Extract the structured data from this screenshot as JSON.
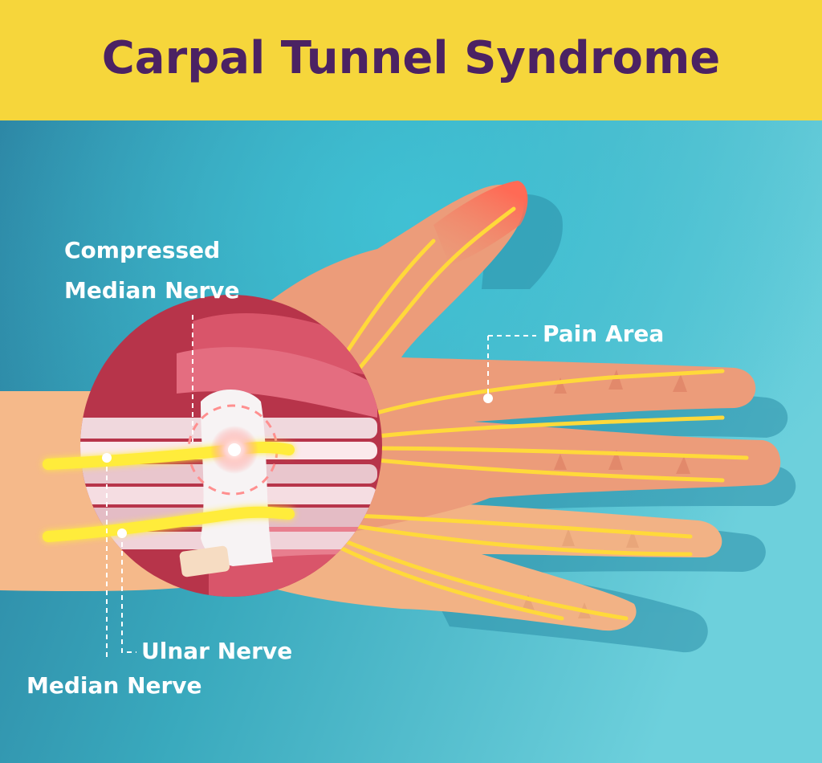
{
  "header": {
    "title": "Carpal Tunnel Syndrome"
  },
  "labels": {
    "compressed_line1": "Compressed",
    "compressed_line2": "Median Nerve",
    "pain_area": "Pain Area",
    "ulnar_nerve": "Ulnar Nerve",
    "median_nerve": "Median Nerve"
  },
  "colors": {
    "header_bg": "#f6d63b",
    "title": "#4b2263",
    "background_dark": "#2f8ea9",
    "background_light": "#6cd0dc",
    "skin": "#f5b98a",
    "skin_pain": "#ea8f72",
    "muscle": "#c64654",
    "nerve": "#ffe23a",
    "tendon": "#f3eef0"
  }
}
